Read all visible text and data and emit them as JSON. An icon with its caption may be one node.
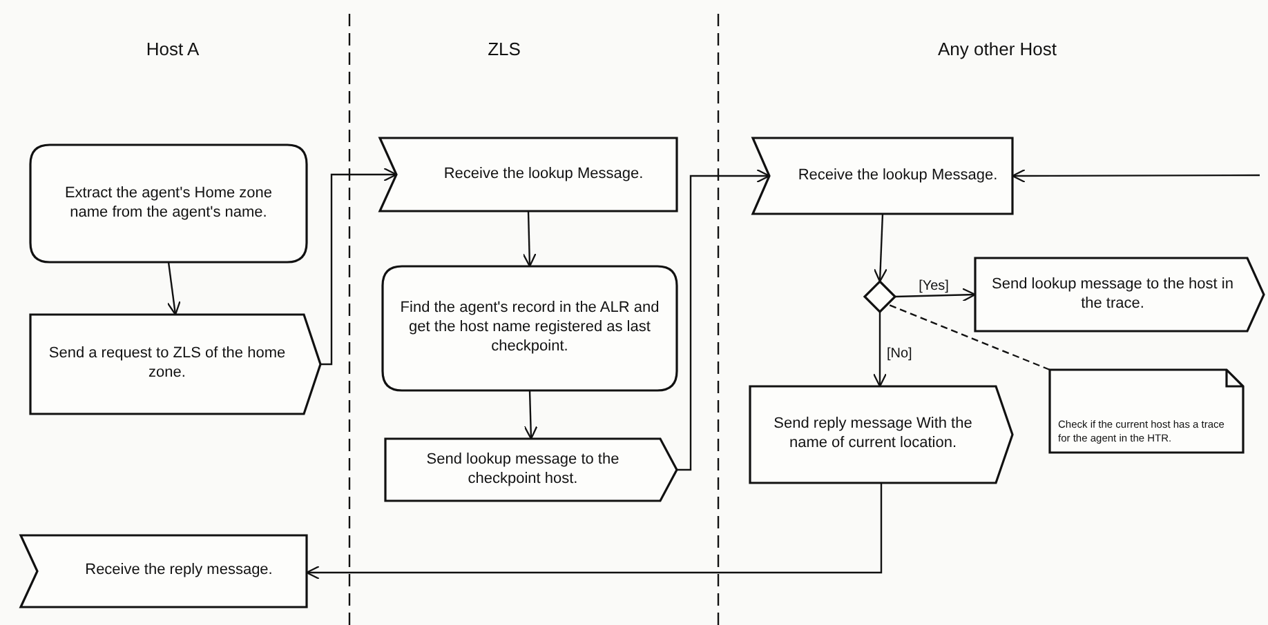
{
  "diagram": {
    "nodes": [
      {
        "text": [
          "Extract the agent's Home zone name from the agent's name."
        ]
      },
      {
        "text": [
          "Send a request to ZLS of the home zone."
        ]
      },
      {
        "text": [
          "Receive the reply message."
        ]
      },
      {
        "text": [
          "Receive the lookup Message."
        ]
      },
      {
        "text": [
          "Find the agent's record in the ALR and get the host name registered as last checkpoint."
        ]
      },
      {
        "text": [
          "Send lookup message to the checkpoint host."
        ]
      },
      {
        "text": [
          "Receive the lookup Message."
        ]
      },
      {
        "text": [],
        "shape": "diamond"
      },
      {
        "text": [
          "Send lookup message to the host in the trace."
        ]
      },
      {
        "text": [
          "Send reply message With the name of current location."
        ]
      },
      {
        "text": [
          "Check if the current host has a trace for the agent in the HTR."
        ]
      }
    ],
    "edges": [
      {
        "from": 0,
        "to": 1,
        "arrow": "to"
      },
      {
        "from": 1,
        "to": 3,
        "arrow": "to"
      },
      {
        "from": 3,
        "to": 4,
        "arrow": "to"
      },
      {
        "from": 4,
        "to": 5,
        "arrow": "to"
      },
      {
        "from": 5,
        "to": 6,
        "arrow": "to"
      },
      {
        "from": 6,
        "to": 7,
        "arrow": "to"
      },
      {
        "from": 7,
        "to": 8,
        "arrow": "to",
        "label": "[Yes]"
      },
      {
        "from": 7,
        "to": 9,
        "arrow": "to",
        "label": "[No]"
      },
      {
        "from": 9,
        "to": 2,
        "arrow": "to"
      },
      {
        "from": null,
        "to": 6,
        "arrow": "to"
      },
      {
        "from": 10,
        "to": 7,
        "arrow": "none",
        "style": "dashed"
      }
    ],
    "labels": [
      "Host A",
      "ZLS",
      "Any other Host"
    ]
  }
}
